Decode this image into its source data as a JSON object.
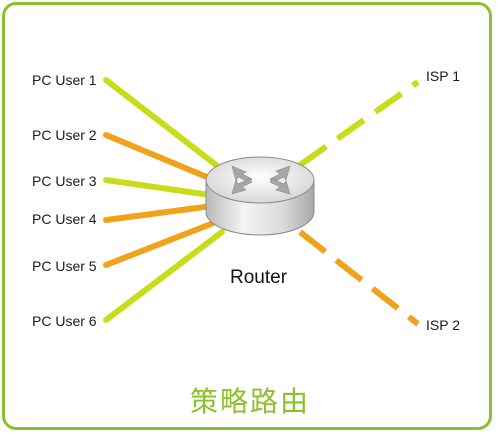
{
  "users": [
    {
      "label": "PC User 1",
      "color": "#c9dc1a"
    },
    {
      "label": "PC User 2",
      "color": "#f0a31a"
    },
    {
      "label": "PC User 3",
      "color": "#c9dc1a"
    },
    {
      "label": "PC User 4",
      "color": "#f0a31a"
    },
    {
      "label": "PC User 5",
      "color": "#f0a31a"
    },
    {
      "label": "PC User 6",
      "color": "#c9dc1a"
    }
  ],
  "isps": [
    {
      "label": "ISP 1",
      "color": "#c9dc1a"
    },
    {
      "label": "ISP 2",
      "color": "#f0a31a"
    }
  ],
  "router": {
    "label": "Router",
    "icon": "router-icon"
  },
  "caption": "策略路由",
  "colors": {
    "frame": "#8dbf2a",
    "green_link": "#c9dc1a",
    "orange_link": "#f0a31a"
  }
}
